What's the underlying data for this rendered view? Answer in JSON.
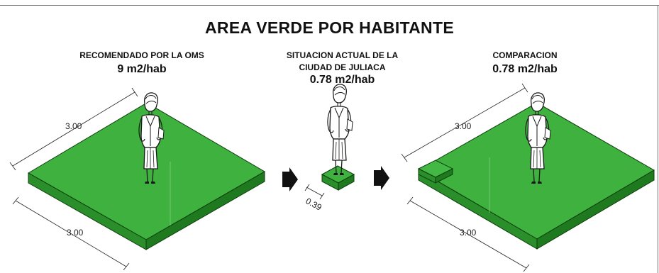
{
  "title": "AREA VERDE POR HABITANTE",
  "panels": {
    "left": {
      "heading": "RECOMENDADO POR LA OMS",
      "value": "9 m2/hab",
      "dimensions": [
        "3.00",
        "3.00"
      ]
    },
    "middle": {
      "heading_line1": "SITUACION ACTUAL DE LA",
      "heading_line2": "CIUDAD DE JULIACA",
      "value": "0.78 m2/hab",
      "dimension": "0.39"
    },
    "right": {
      "heading": "COMPARACION",
      "value": "0.78 m2/hab",
      "dimensions": [
        "3.00",
        "3.00"
      ]
    }
  },
  "colors": {
    "grass_top": "#3fb13f",
    "grass_side": "#1f7a1f",
    "grass_front": "#2a8f2a",
    "outline": "#0c3d0c",
    "arrow": "#111111"
  }
}
